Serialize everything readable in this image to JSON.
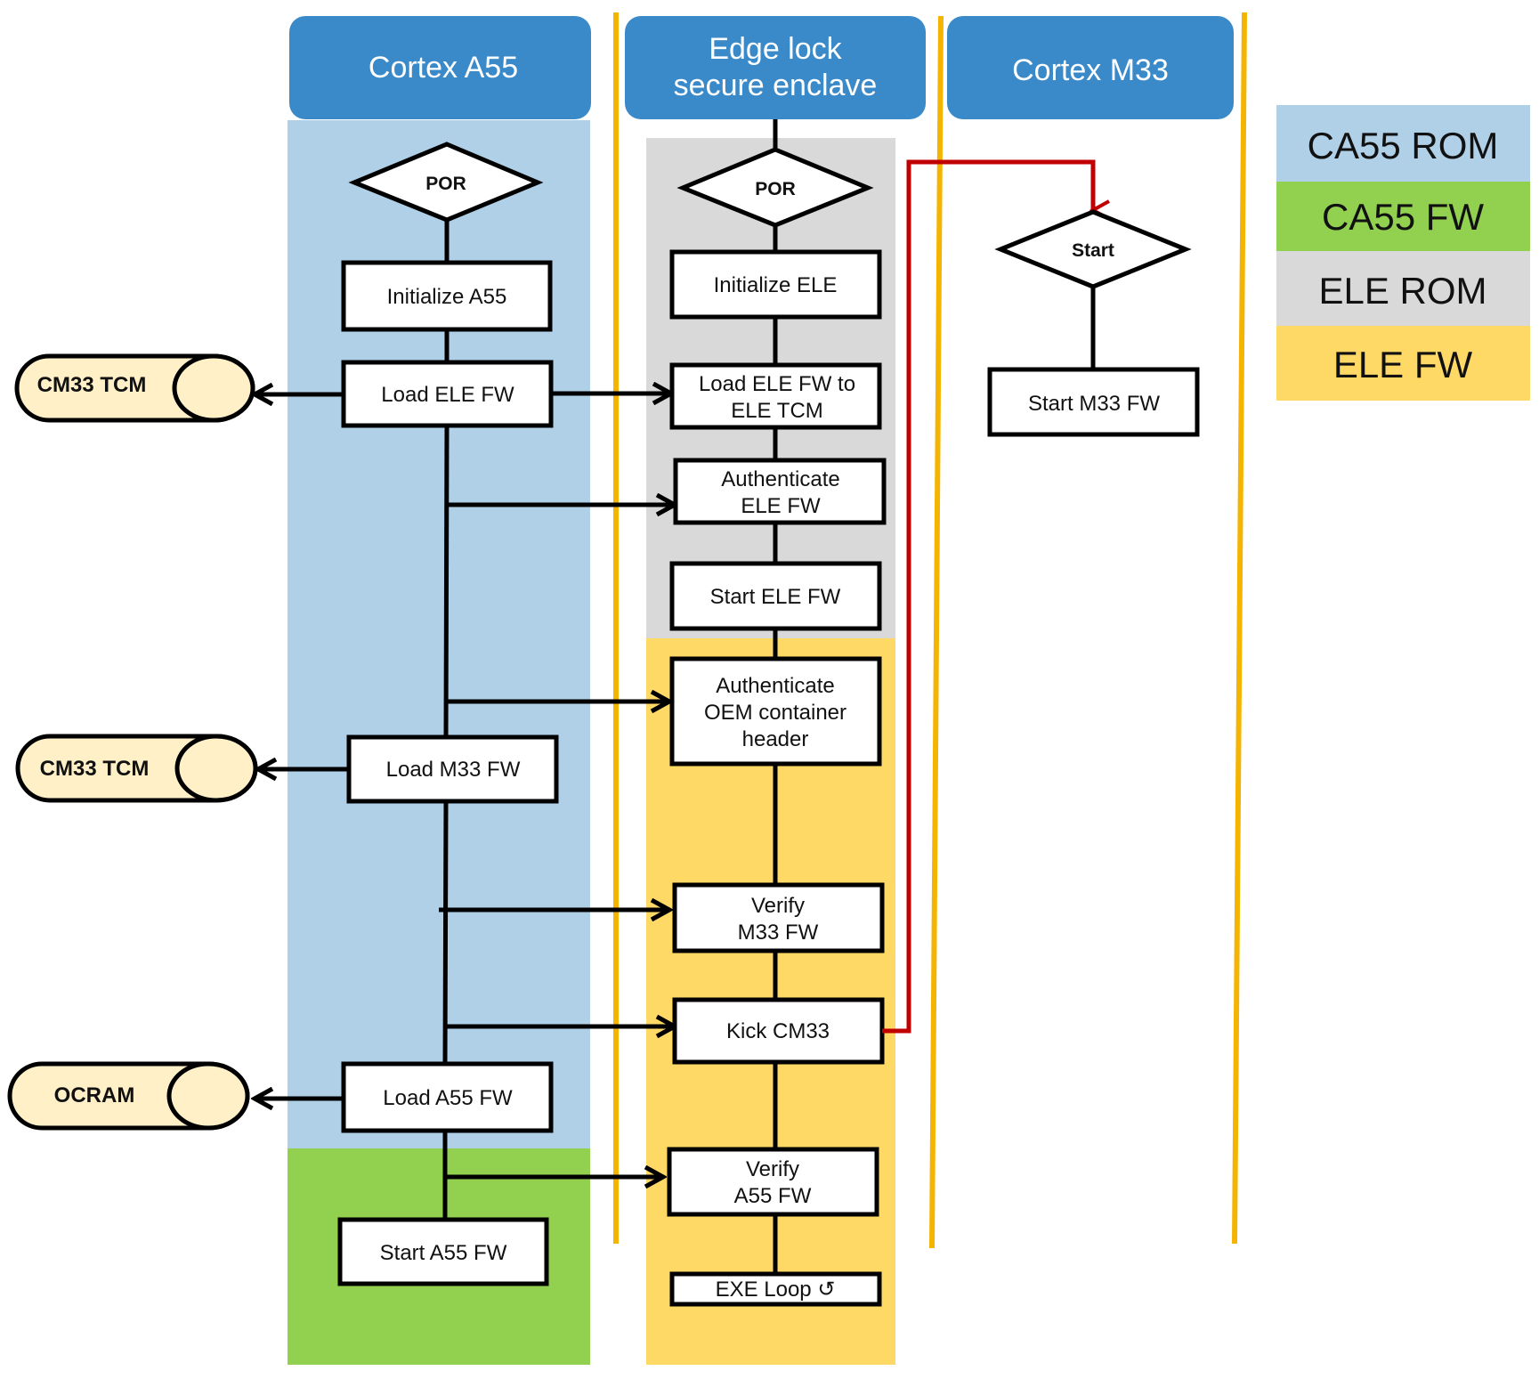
{
  "colors": {
    "header_blue": "#3A89C9",
    "ca55_rom": "#B0D0E8",
    "ca55_fw": "#92D050",
    "ele_rom": "#D9D9D9",
    "ele_fw": "#FFD966",
    "separator": "#F5B400",
    "storage_fill": "#FFF0C8",
    "kick_arrow": "#C00000"
  },
  "lanes": {
    "a55": {
      "title": "Cortex A55"
    },
    "ele": {
      "title_line1": "Edge lock",
      "title_line2": "secure enclave"
    },
    "m33": {
      "title": "Cortex M33"
    }
  },
  "a55_flow": {
    "por": "POR",
    "init": "Initialize A55",
    "load_ele": "Load ELE FW",
    "load_m33": "Load M33 FW",
    "load_a55": "Load A55 FW",
    "start_a55": "Start A55 FW"
  },
  "ele_flow": {
    "por": "POR",
    "init": "Initialize ELE",
    "load_tcm_1": "Load ELE FW to",
    "load_tcm_2": "ELE TCM",
    "auth_ele_1": "Authenticate",
    "auth_ele_2": "ELE FW",
    "start_ele": "Start ELE FW",
    "auth_oem_1": "Authenticate",
    "auth_oem_2": "OEM container",
    "auth_oem_3": "header",
    "verify_m33_1": "Verify",
    "verify_m33_2": "M33 FW",
    "kick": "Kick CM33",
    "verify_a55_1": "Verify",
    "verify_a55_2": "A55 FW",
    "exe_loop": "EXE Loop ↺"
  },
  "m33_flow": {
    "start": "Start",
    "start_fw": "Start M33 FW"
  },
  "storage": {
    "tcm_1": "CM33 TCM",
    "tcm_2": "CM33 TCM",
    "ocram": "OCRAM"
  },
  "legend": {
    "ca55_rom": "CA55 ROM",
    "ca55_fw": "CA55 FW",
    "ele_rom": "ELE ROM",
    "ele_fw": "ELE FW"
  }
}
